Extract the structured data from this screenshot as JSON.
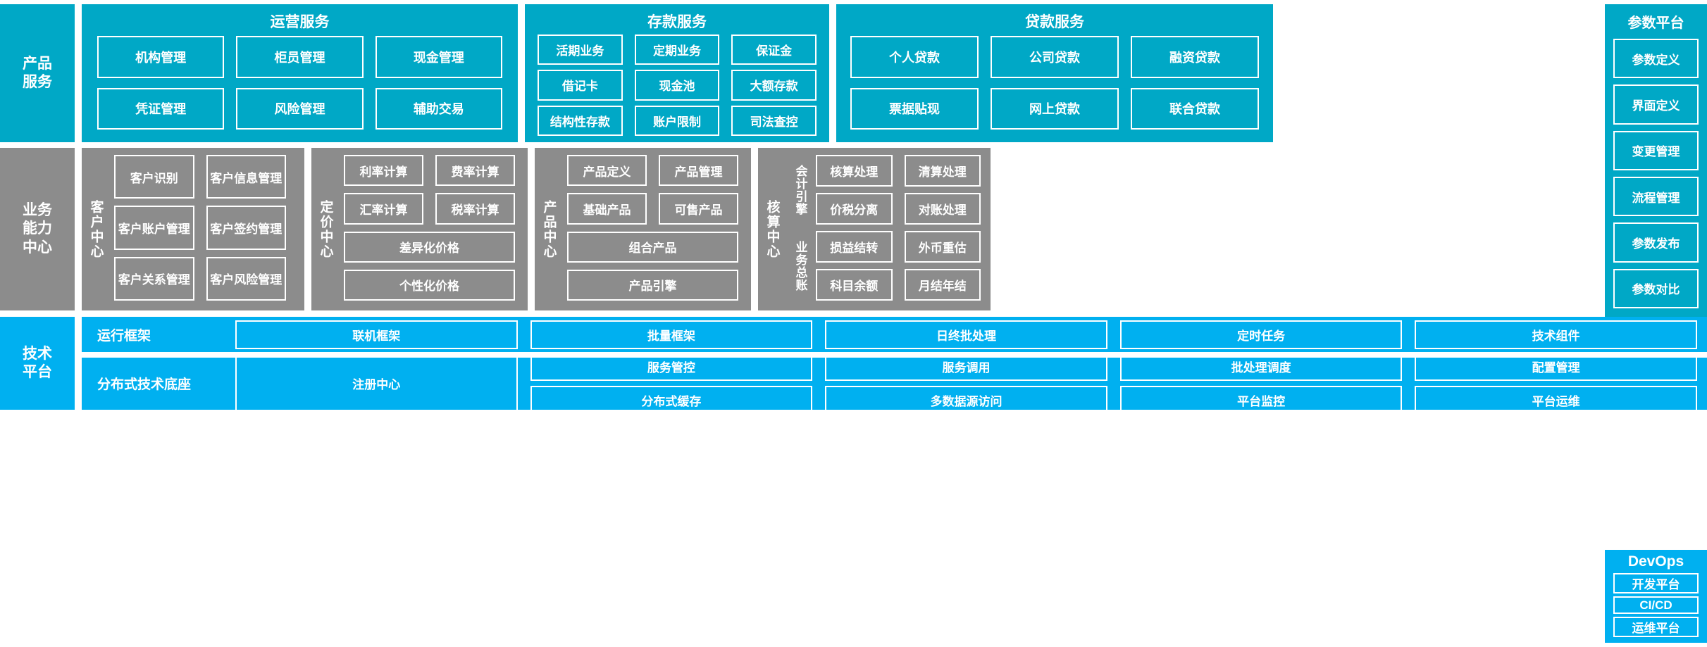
{
  "rows": {
    "product_service": {
      "label": "产品\n服务",
      "color": "#00A8C6",
      "panels": [
        {
          "title": "运营服务",
          "tiles": [
            [
              "机构管理",
              "柜员管理",
              "现金管理"
            ],
            [
              "凭证管理",
              "风险管理",
              "辅助交易"
            ]
          ]
        },
        {
          "title": "存款服务",
          "tiles": [
            [
              "活期业务",
              "定期业务",
              "保证金"
            ],
            [
              "借记卡",
              "现金池",
              "大额存款"
            ],
            [
              "结构性存款",
              "账户限制",
              "司法查控"
            ]
          ]
        },
        {
          "title": "贷款服务",
          "tiles": [
            [
              "个人贷款",
              "公司贷款",
              "融资贷款"
            ],
            [
              "票据贴现",
              "网上贷款",
              "联合贷款"
            ]
          ]
        }
      ]
    },
    "business_capability": {
      "label": "业务\n能力\n中心",
      "color": "#8C8C8C",
      "panels": [
        {
          "caption": "客户中心",
          "tiles": [
            [
              "客户识别",
              "客户信息管理"
            ],
            [
              "客户账户管理",
              "客户签约管理"
            ],
            [
              "客户关系管理",
              "客户风险管理"
            ]
          ]
        },
        {
          "caption": "定价中心",
          "tiles": [
            [
              "利率计算",
              "费率计算"
            ],
            [
              "汇率计算",
              "税率计算"
            ],
            [
              "差异化价格"
            ],
            [
              "个性化价格"
            ]
          ]
        },
        {
          "caption": "产品中心",
          "tiles": [
            [
              "产品定义",
              "产品管理"
            ],
            [
              "基础产品",
              "可售产品"
            ],
            [
              "组合产品"
            ],
            [
              "产品引擎"
            ]
          ]
        },
        {
          "caption": "核算中心",
          "subgroups": [
            {
              "caption": "会计引擎",
              "tiles": [
                [
                  "核算处理",
                  "清算处理"
                ],
                [
                  "价税分离",
                  "对账处理"
                ]
              ]
            },
            {
              "caption": "业务总账",
              "tiles": [
                [
                  "损益结转",
                  "外币重估"
                ],
                [
                  "科目余额",
                  "月结年结"
                ]
              ]
            }
          ]
        }
      ]
    },
    "technical_platform": {
      "label": "技术\n平台",
      "color": "#00B0F0",
      "bars": [
        {
          "label": "运行框架",
          "columns": [
            [
              "联机框架"
            ],
            [
              "批量框架"
            ],
            [
              "日终批处理"
            ],
            [
              "定时任务"
            ],
            [
              "技术组件"
            ]
          ]
        },
        {
          "label": "分布式技术底座",
          "columns": [
            [
              "注册中心"
            ],
            [
              "服务管控",
              "分布式缓存"
            ],
            [
              "服务调用",
              "多数据源访问"
            ],
            [
              "批处理调度",
              "平台监控"
            ],
            [
              "配置管理",
              "平台运维"
            ]
          ]
        }
      ]
    }
  },
  "side_panels": {
    "parameter_platform": {
      "title": "参数平台",
      "color": "#00A8C6",
      "items": [
        "参数定义",
        "界面定义",
        "变更管理",
        "流程管理",
        "参数发布",
        "参数对比"
      ]
    },
    "devops": {
      "title": "DevOps",
      "color": "#00B0F0",
      "items": [
        "开发平台",
        "CI/CD",
        "运维平台"
      ]
    }
  }
}
